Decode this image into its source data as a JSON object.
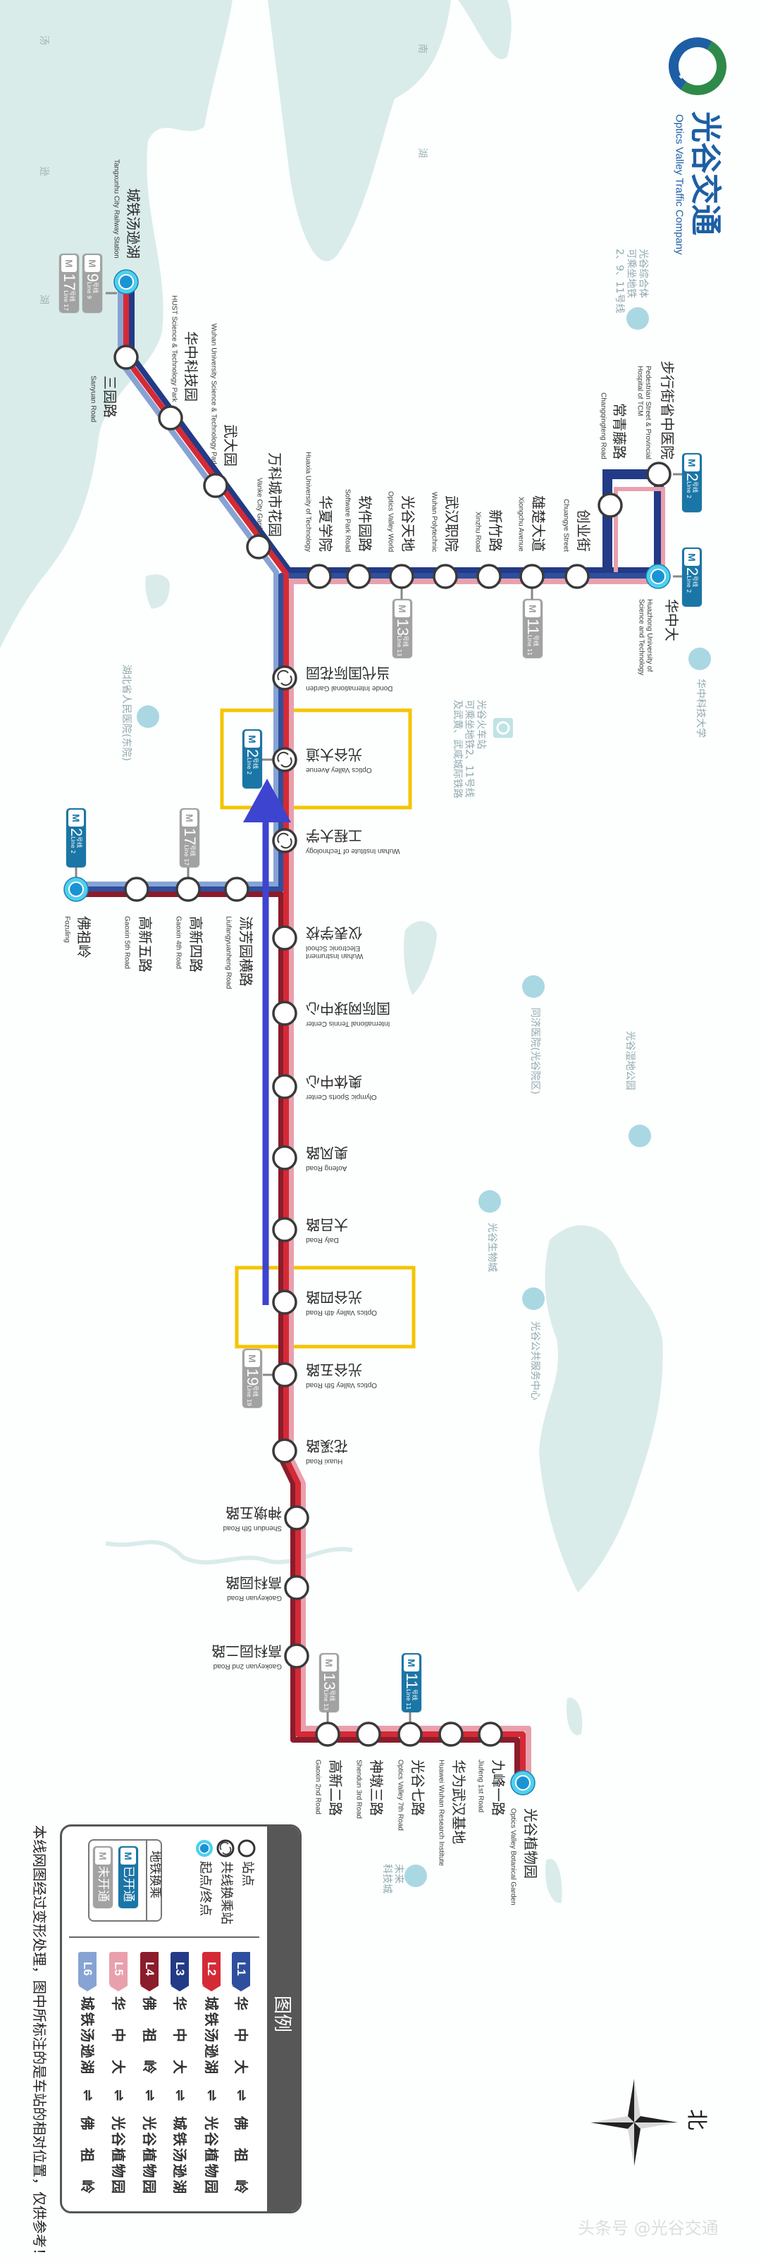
{
  "brand": {
    "name_zh": "光谷交通",
    "name_en": "Optics Valley Traffic Company"
  },
  "lake_labels": [
    "汤",
    "逊",
    "湖",
    "南",
    "湖"
  ],
  "stations": [
    {
      "zh": "城铁汤逊湖",
      "en": "Tangxunhu City Railway Station",
      "type": "terminal"
    },
    {
      "zh": "三园路",
      "en": "Sanyuan Road",
      "type": "station"
    },
    {
      "zh": "华中科技园",
      "en": "HUST Science & Technology Park",
      "type": "station"
    },
    {
      "zh": "武大园",
      "en": "Wuhan University Science & Technology Park",
      "type": "station"
    },
    {
      "zh": "万科城市花园",
      "en": "Vanke City Garden",
      "type": "station"
    },
    {
      "zh": "华夏学院",
      "en": "Huaxia University of Technology",
      "type": "station"
    },
    {
      "zh": "软件园路",
      "en": "Software Park Road",
      "type": "station"
    },
    {
      "zh": "光谷天地",
      "en": "Optics Valley World",
      "type": "station"
    },
    {
      "zh": "武汉职院",
      "en": "Wuhan Polytechnic",
      "type": "station"
    },
    {
      "zh": "新竹路",
      "en": "Xinzhu Road",
      "type": "station"
    },
    {
      "zh": "雄楚大道",
      "en": "Xiongchu Avenue",
      "type": "station"
    },
    {
      "zh": "创业街",
      "en": "Chuangye Street",
      "type": "station"
    },
    {
      "zh": "华中大",
      "en": "Huazhong University of\nScience and Technology",
      "type": "terminal"
    },
    {
      "zh": "常青藤路",
      "en": "Changqingteng Road",
      "type": "station"
    },
    {
      "zh": "步行街省中医院",
      "en": "Pedestrian Street & Provincial\nHospital of TCM",
      "type": "station"
    },
    {
      "zh": "当代国际花园",
      "en": "Donde International Garden",
      "type": "shared"
    },
    {
      "zh": "光谷大道",
      "en": "Optics Valley Avenue",
      "type": "shared"
    },
    {
      "zh": "工程大学",
      "en": "Wuhan Institute of Technology",
      "type": "shared"
    },
    {
      "zh": "仪表学校",
      "en": "Wuhan Instrument\nElectronic School",
      "type": "station"
    },
    {
      "zh": "国际网球中心",
      "en": "International Tennis Center",
      "type": "station"
    },
    {
      "zh": "奥体中心",
      "en": "Olympic Sports Center",
      "type": "station"
    },
    {
      "zh": "奥风路",
      "en": "Aofeng Road",
      "type": "station"
    },
    {
      "zh": "大吕路",
      "en": "Daly Road",
      "type": "station"
    },
    {
      "zh": "光谷四路",
      "en": "Optics Valley 4th Road",
      "type": "station"
    },
    {
      "zh": "光谷五路",
      "en": "Optics Valley 5th Road",
      "type": "station"
    },
    {
      "zh": "花溪路",
      "en": "Huaxi Road",
      "type": "station"
    },
    {
      "zh": "神墩五路",
      "en": "Shendun 5th Road",
      "type": "station"
    },
    {
      "zh": "高科园路",
      "en": "Gaokeyuan Road",
      "type": "station"
    },
    {
      "zh": "高科园二路",
      "en": "Gaokeyuan 2nd Road",
      "type": "station"
    },
    {
      "zh": "高新二路",
      "en": "Gaoxin 2nd Road",
      "type": "station"
    },
    {
      "zh": "神墩三路",
      "en": "Shendun 3rd Road",
      "type": "station"
    },
    {
      "zh": "光谷七路",
      "en": "Optics Valley 7th Road",
      "type": "station"
    },
    {
      "zh": "华为武汉基地",
      "en": "Huawei Wuhan Research Institute",
      "type": "station"
    },
    {
      "zh": "九峰一路",
      "en": "Jiufeng 1st Road",
      "type": "station"
    },
    {
      "zh": "光谷植物园",
      "en": "Optics Valley Botanical Garden",
      "type": "terminal"
    },
    {
      "zh": "流芳园横路",
      "en": "Liufangyuanheng Road",
      "type": "station"
    },
    {
      "zh": "高新四路",
      "en": "Gaoxin 4th Road",
      "type": "station"
    },
    {
      "zh": "高新五路",
      "en": "Gaoxin 5th Road",
      "type": "station"
    },
    {
      "zh": "佛祖岭",
      "en": "Fozuling",
      "type": "terminal"
    }
  ],
  "transfers": [
    {
      "m": "M",
      "line": "9",
      "suffix": "号线\nLine 9",
      "status": "not_opened"
    },
    {
      "m": "M",
      "line": "17",
      "suffix": "号线\nLine 17",
      "status": "not_opened"
    },
    {
      "m": "M",
      "line": "2",
      "suffix": "号线\nLine 2",
      "status": "opened"
    },
    {
      "m": "M",
      "line": "2",
      "suffix": "号线\nLine 2",
      "status": "opened"
    },
    {
      "m": "M",
      "line": "13",
      "suffix": "号线\nLine 13",
      "status": "not_opened"
    },
    {
      "m": "M",
      "line": "11",
      "suffix": "号线\nLine 11",
      "status": "not_opened"
    },
    {
      "m": "M",
      "line": "2",
      "suffix": "号线\nLine 2",
      "status": "opened"
    },
    {
      "m": "M",
      "line": "2",
      "suffix": "号线\nLine 2",
      "status": "opened"
    },
    {
      "m": "M",
      "line": "17",
      "suffix": "号线\nLine 17",
      "status": "not_opened"
    },
    {
      "m": "M",
      "line": "19",
      "suffix": "号线\nLine 19",
      "status": "not_opened"
    },
    {
      "m": "M",
      "line": "13",
      "suffix": "号线\nLine 13",
      "status": "not_opened"
    },
    {
      "m": "M",
      "line": "11",
      "suffix": "号线\nLine 11",
      "status": "opened"
    }
  ],
  "places": [
    {
      "text": "光谷综合体\n可乘坐地铁\n2、9、11号线"
    },
    {
      "text": "光谷火车站\n可乘坐地铁2、11号线\n及武黄、武咸城际铁路"
    },
    {
      "text": "华中科技大学"
    },
    {
      "text": "湖北省人民医院(东院)"
    },
    {
      "text": "同济医院(光谷院区)"
    },
    {
      "text": "光谷湿地公园"
    },
    {
      "text": "光谷生物城"
    },
    {
      "text": "光谷公共服务中心"
    },
    {
      "text": "未来\n科技城"
    }
  ],
  "legend": {
    "title": "图例",
    "station": "站点",
    "shared": "共线换乘站",
    "terminal": "起点/终点",
    "metro_transfer": "地铁换乘",
    "badge_m": "M",
    "opened": "已开通",
    "not_opened": "未开通",
    "arrow": "⇌",
    "lines": [
      {
        "code": "L1",
        "from": "华中大",
        "to": "佛祖岭",
        "color": "#2d4f9d"
      },
      {
        "code": "L2",
        "from": "城铁汤逊湖",
        "to": "光谷植物园",
        "color": "#d42a36"
      },
      {
        "code": "L3",
        "from": "华中大",
        "to": "城铁汤逊湖",
        "color": "#233a86"
      },
      {
        "code": "L4",
        "from": "佛祖岭",
        "to": "光谷植物园",
        "color": "#8b1c2b"
      },
      {
        "code": "L5",
        "from": "华中大",
        "to": "光谷植物园",
        "color": "#e8a0ad"
      },
      {
        "code": "L6",
        "from": "城铁汤逊湖",
        "to": "佛祖岭",
        "color": "#87a3d3"
      }
    ]
  },
  "note": "本线网图经过变形处理，图中所标注的是车站的相对位置，仅供参考！",
  "compass": {
    "north": "北"
  },
  "watermark": "头条号 @光谷交通",
  "colors": {
    "opened": "#1a76a6",
    "not_opened": "#a2a2a2",
    "highlight_box": "#f5c400",
    "route_arrow": "#3d44d0",
    "lake": "#d9ecea",
    "terminal": "#1a93d4"
  }
}
